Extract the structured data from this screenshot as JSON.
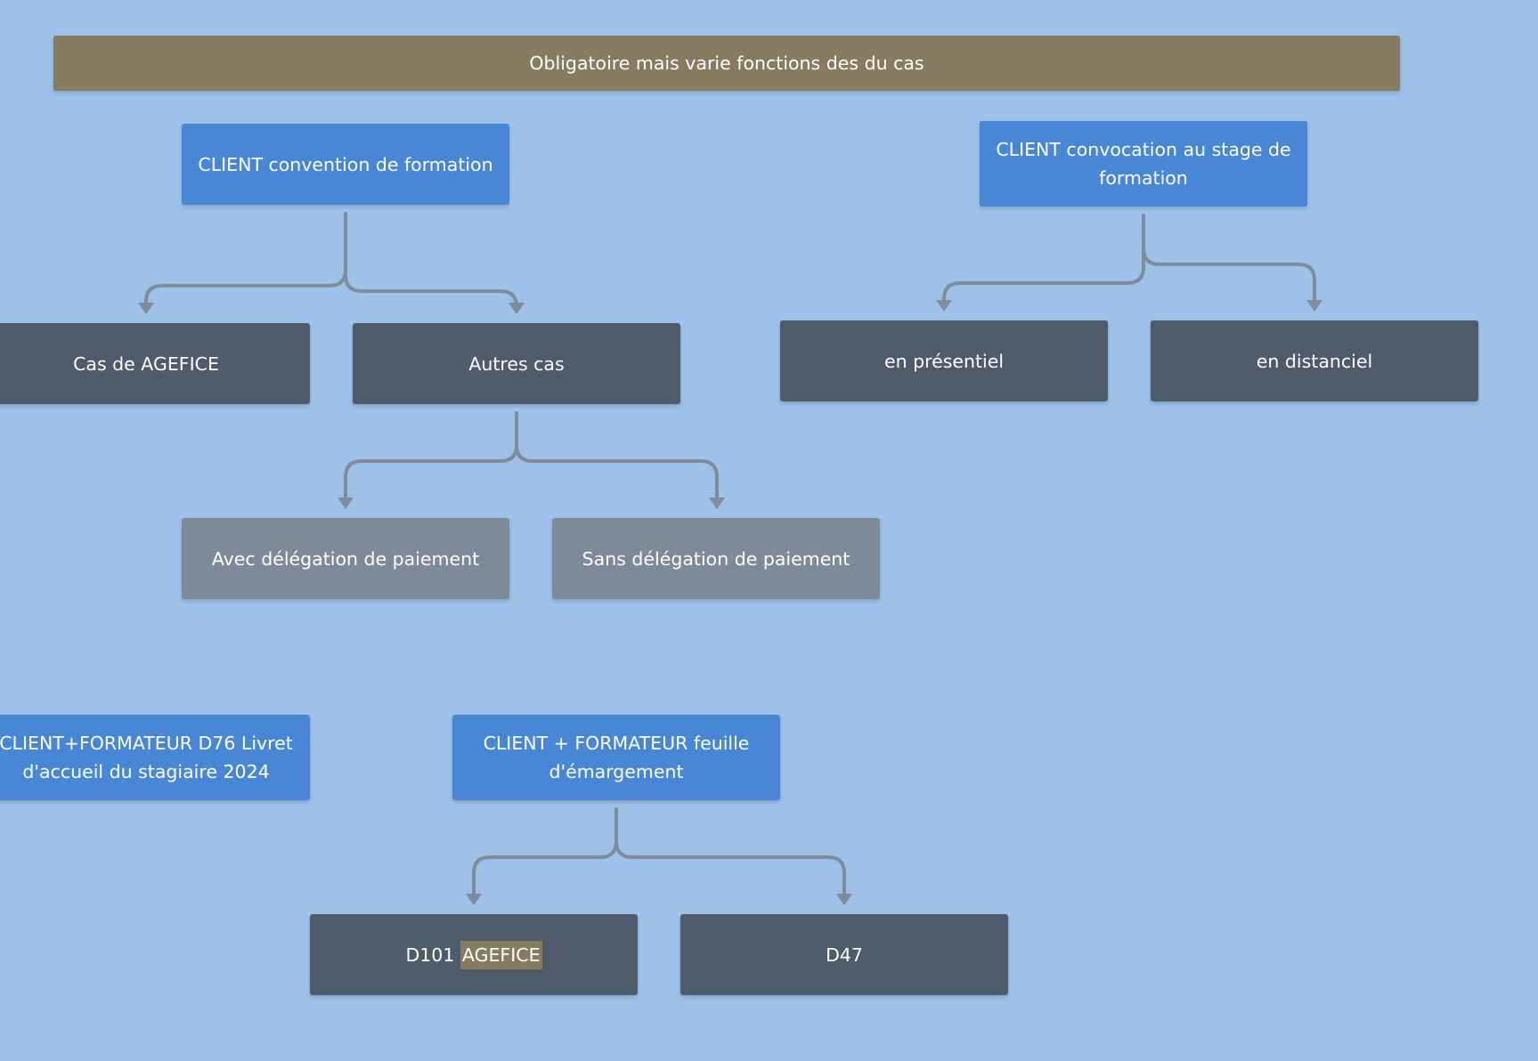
{
  "colors": {
    "background": "#9DC1E8",
    "banner": "#877B60",
    "primary": "#4787D6",
    "dark": "#4E5B6A",
    "grey": "#7D8A97",
    "connector": "#808C99",
    "highlight": "#877B60",
    "text": "#FFFFFF"
  },
  "banner": {
    "label": "Obligatoire mais varie fonctions des du cas"
  },
  "nodes": {
    "convention": {
      "label": "CLIENT convention de formation"
    },
    "convocation": {
      "label": "CLIENT convocation au stage de formation"
    },
    "cas_agefice": {
      "label": "Cas de AGEFICE"
    },
    "autres_cas": {
      "label": "Autres cas"
    },
    "presentiel": {
      "label": "en présentiel"
    },
    "distanciel": {
      "label": "en distanciel"
    },
    "avec_delegation": {
      "label": "Avec délégation de paiement"
    },
    "sans_delegation": {
      "label": "Sans délégation de paiement"
    },
    "livret": {
      "label": "CLIENT+FORMATEUR D76 Livret d'accueil du stagiaire 2024"
    },
    "emargement": {
      "label": "CLIENT + FORMATEUR feuille d'émargement"
    },
    "d101": {
      "prefix": "D101",
      "highlight": "AGEFICE"
    },
    "d47": {
      "label": "D47"
    }
  }
}
